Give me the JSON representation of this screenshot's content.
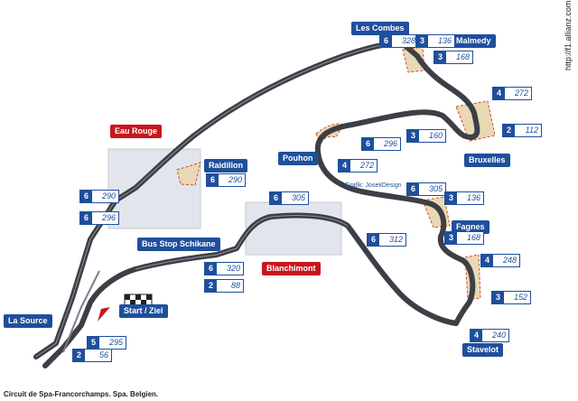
{
  "labels": {
    "les_combes": "Les Combes",
    "malmedy": "Malmedy",
    "eau_rouge": "Eau Rouge",
    "raidillon": "Raidillon",
    "pouhon": "Pouhon",
    "bruxelles": "Bruxelles",
    "fagnes": "Fagnes",
    "bus_stop": "Bus Stop Schikane",
    "blanchimont": "Blanchimont",
    "start_ziel": "Start / Ziel",
    "la_source": "La Source",
    "stavelot": "Stavelot"
  },
  "speeds": {
    "les_combes": {
      "gear": "6",
      "kmh": "328"
    },
    "combes_exit": {
      "gear": "3",
      "kmh": "136"
    },
    "malmedy": {
      "gear": "3",
      "kmh": "168"
    },
    "rivage_in": {
      "gear": "4",
      "kmh": "272"
    },
    "rivage": {
      "gear": "2",
      "kmh": "112"
    },
    "rivage_out": {
      "gear": "3",
      "kmh": "160"
    },
    "pouhon_in": {
      "gear": "6",
      "kmh": "296"
    },
    "pouhon": {
      "gear": "4",
      "kmh": "272"
    },
    "raidillon": {
      "gear": "6",
      "kmh": "290"
    },
    "eau_rouge_1": {
      "gear": "6",
      "kmh": "290"
    },
    "eau_rouge_2": {
      "gear": "6",
      "kmh": "296"
    },
    "blanchimont_in": {
      "gear": "6",
      "kmh": "305"
    },
    "fagnes_in": {
      "gear": "6",
      "kmh": "305"
    },
    "fagnes_1": {
      "gear": "3",
      "kmh": "136"
    },
    "fagnes_2": {
      "gear": "3",
      "kmh": "168"
    },
    "blanchimont": {
      "gear": "6",
      "kmh": "312"
    },
    "campus": {
      "gear": "4",
      "kmh": "248"
    },
    "stavelot_in": {
      "gear": "3",
      "kmh": "152"
    },
    "stavelot": {
      "gear": "4",
      "kmh": "240"
    },
    "bus_stop_in": {
      "gear": "6",
      "kmh": "320"
    },
    "bus_stop": {
      "gear": "2",
      "kmh": "88"
    },
    "la_source_in": {
      "gear": "5",
      "kmh": "295"
    },
    "la_source": {
      "gear": "2",
      "kmh": "56"
    }
  },
  "credit": "Grafik: JosekDesign",
  "caption": "Circuit de Spa-Francorchamps. Spa. Belgien.",
  "url": "http://f1.allianz.com",
  "colors": {
    "label_blue": "#1f4f9c",
    "label_red": "#c8161d",
    "track": "#3c3f45"
  }
}
